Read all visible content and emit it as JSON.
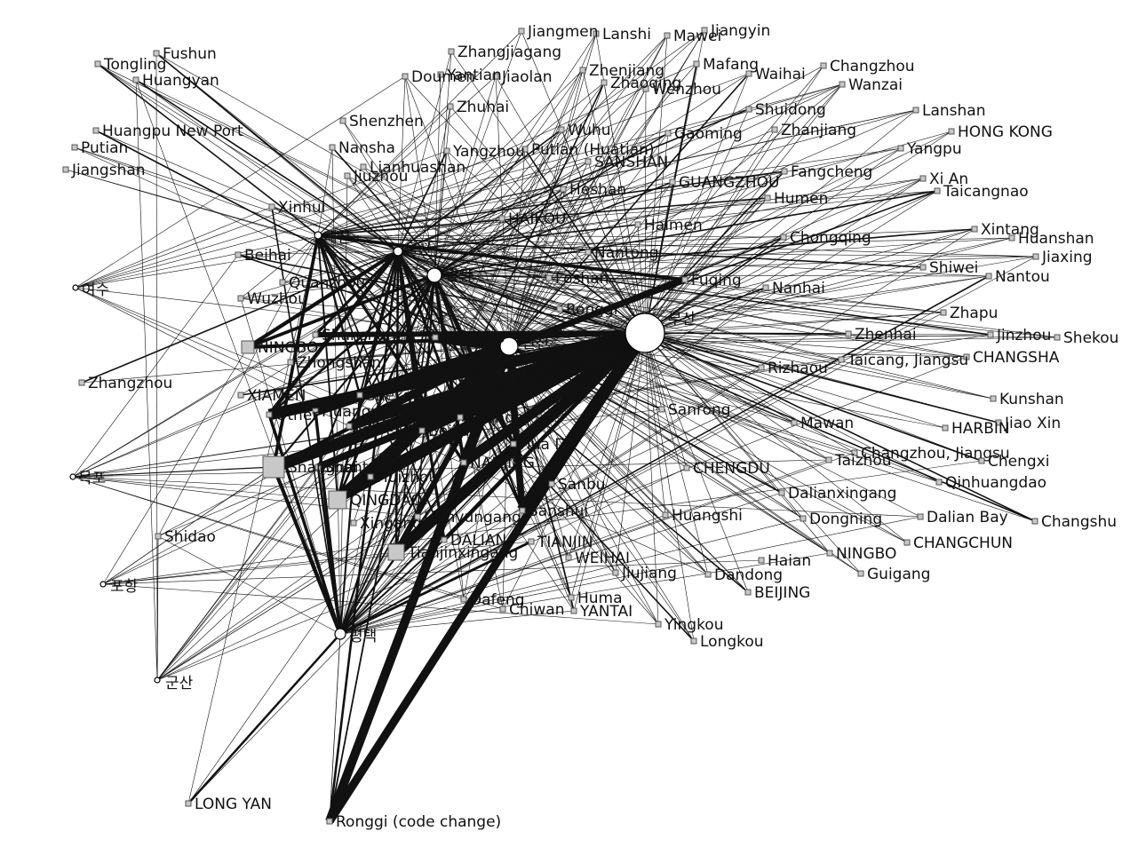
{
  "korean_ports": [
    {
      "id": "busan",
      "label": "부산"
    },
    {
      "id": "incheon",
      "label": "인천"
    },
    {
      "id": "gwangyang",
      "label": "광양"
    },
    {
      "id": "ulsan",
      "label": "울산"
    },
    {
      "id": "daesan",
      "label": "대산"
    },
    {
      "id": "pyeongtaek",
      "label": "평택"
    },
    {
      "id": "yeosu",
      "label": "여수"
    },
    {
      "id": "mokpo",
      "label": "목포"
    },
    {
      "id": "pohang",
      "label": "포항"
    },
    {
      "id": "gunsan",
      "label": "군산"
    }
  ],
  "chinese_ports": [
    "Fushun",
    "Tongling",
    "Huangyan",
    "Huangpu New Port",
    "Putian",
    "Jiangshan",
    "Xinhui",
    "Beihai",
    "Quanzhou",
    "Wuzhou",
    "NINGBO",
    "Zhongshan",
    "Zhangzhou",
    "XIAMEN",
    "Other",
    "Shanghai",
    "Shantou",
    "QINGDAO",
    "Xingang",
    "Shidao",
    "LONG YAN",
    "Ronggi (code change)",
    "Tianjinxingang",
    "Dafeng",
    "Chiwan",
    "YANTAI",
    "Huma",
    "WEIHAI",
    "Jiujiang",
    "Yingkou",
    "Longkou",
    "Jiangmen",
    "Lanshi",
    "Mawei",
    "Jiangyin",
    "Zhangjiagang",
    "Doumen",
    "Yantian",
    "Jiaolan",
    "Zhenjiang",
    "Zhaoqing",
    "Wenzhou",
    "Mafang",
    "Waihai",
    "Changzhou",
    "Wanzai",
    "Zhuhai",
    "Shenzhen",
    "Nansha",
    "Lianhuashan",
    "Jiuzhou",
    "Yangzhou",
    "Wuhu",
    "Zhanjiang",
    "Gaoming",
    "Shuidong",
    "Putian (Huatian)",
    "SANSHAN",
    "GUANGZHOU",
    "Heshan",
    "HAIKOU",
    "Fangcheng",
    "Humen",
    "Chongqing",
    "Haimen",
    "Nantong",
    "Foshan",
    "Fuqing",
    "Nanhai",
    "Ronggi",
    "Shanshan",
    "FUZHOU",
    "Shekou",
    "Huangpu",
    "Shunde",
    "Taiping",
    "Beijiao",
    "Hua Du",
    "NANJING",
    "Huizhou",
    "Sanbu",
    "Lianyungang",
    "Sanshui",
    "DALIAN",
    "TIANJIN",
    "Lanshan",
    "HONG KONG",
    "Yangpu",
    "Xi An",
    "Taicangnao",
    "Xintang",
    "Huanshan",
    "Jiaxing",
    "Shiwei",
    "Nantou",
    "Zhapu",
    "Zhenhai",
    "Jinzhou",
    "Shekou (code change",
    "Taicang, Jiangsu",
    "CHANGSHA",
    "Rizhaou",
    "Kunshan",
    "HARBIN",
    "Jiao Xin",
    "Sanrong",
    "Mawan",
    "Taizhou",
    "Changzhou, Jiangsu",
    "Chengxi",
    "CHENGDU",
    "Qinhuangdao",
    "Dalianxingang",
    "Dalian Bay",
    "Changshu",
    "Huangshi",
    "Dongning",
    "CHANGCHUN",
    "NINGBO ",
    "Haian",
    "Guigang",
    "Dandong",
    "BEIJING"
  ]
}
